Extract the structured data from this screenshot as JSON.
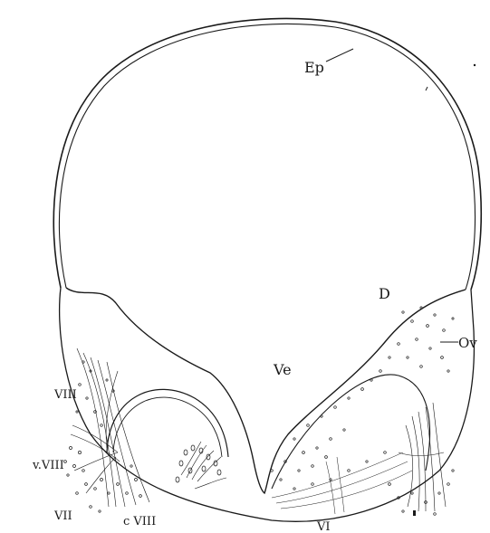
{
  "labels": {
    "ep": "Ep",
    "d": "D",
    "ov": "Ov",
    "ve": "Ve",
    "viii": "VIII",
    "v_viii": "v.VIII",
    "vii": "VII",
    "c_viii": "c VIII",
    "vi": "VI"
  },
  "colors": {
    "ink": "#1a1a1a",
    "paper": "#ffffff"
  }
}
